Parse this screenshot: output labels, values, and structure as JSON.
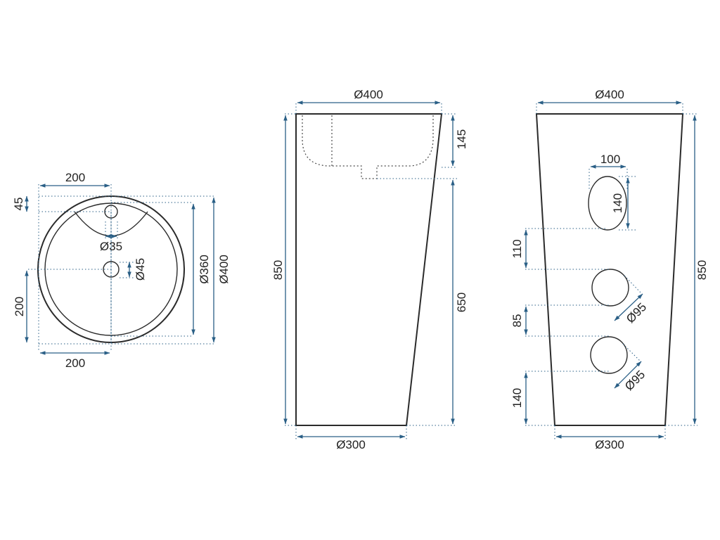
{
  "colors": {
    "outline": "#2b2b2b",
    "dimension": "#2a5f86",
    "background": "#ffffff"
  },
  "top_view": {
    "width_top": "200",
    "offset_top": "45",
    "tap_hole": "Ø35",
    "drain_hole": "Ø45",
    "inner_diameter": "Ø360",
    "outer_diameter": "Ø400",
    "height_left": "200",
    "width_bottom": "200"
  },
  "side_view": {
    "top_diameter": "Ø400",
    "height_total": "850",
    "bowl_depth": "145",
    "base_height": "650",
    "bottom_diameter": "Ø300"
  },
  "rear_view": {
    "top_diameter": "Ø400",
    "height_total": "850",
    "oval_width": "100",
    "oval_height": "140",
    "gap_upper": "110",
    "gap_middle": "85",
    "base_offset": "140",
    "hole_upper": "Ø95",
    "hole_lower": "Ø95",
    "bottom_diameter": "Ø300"
  }
}
